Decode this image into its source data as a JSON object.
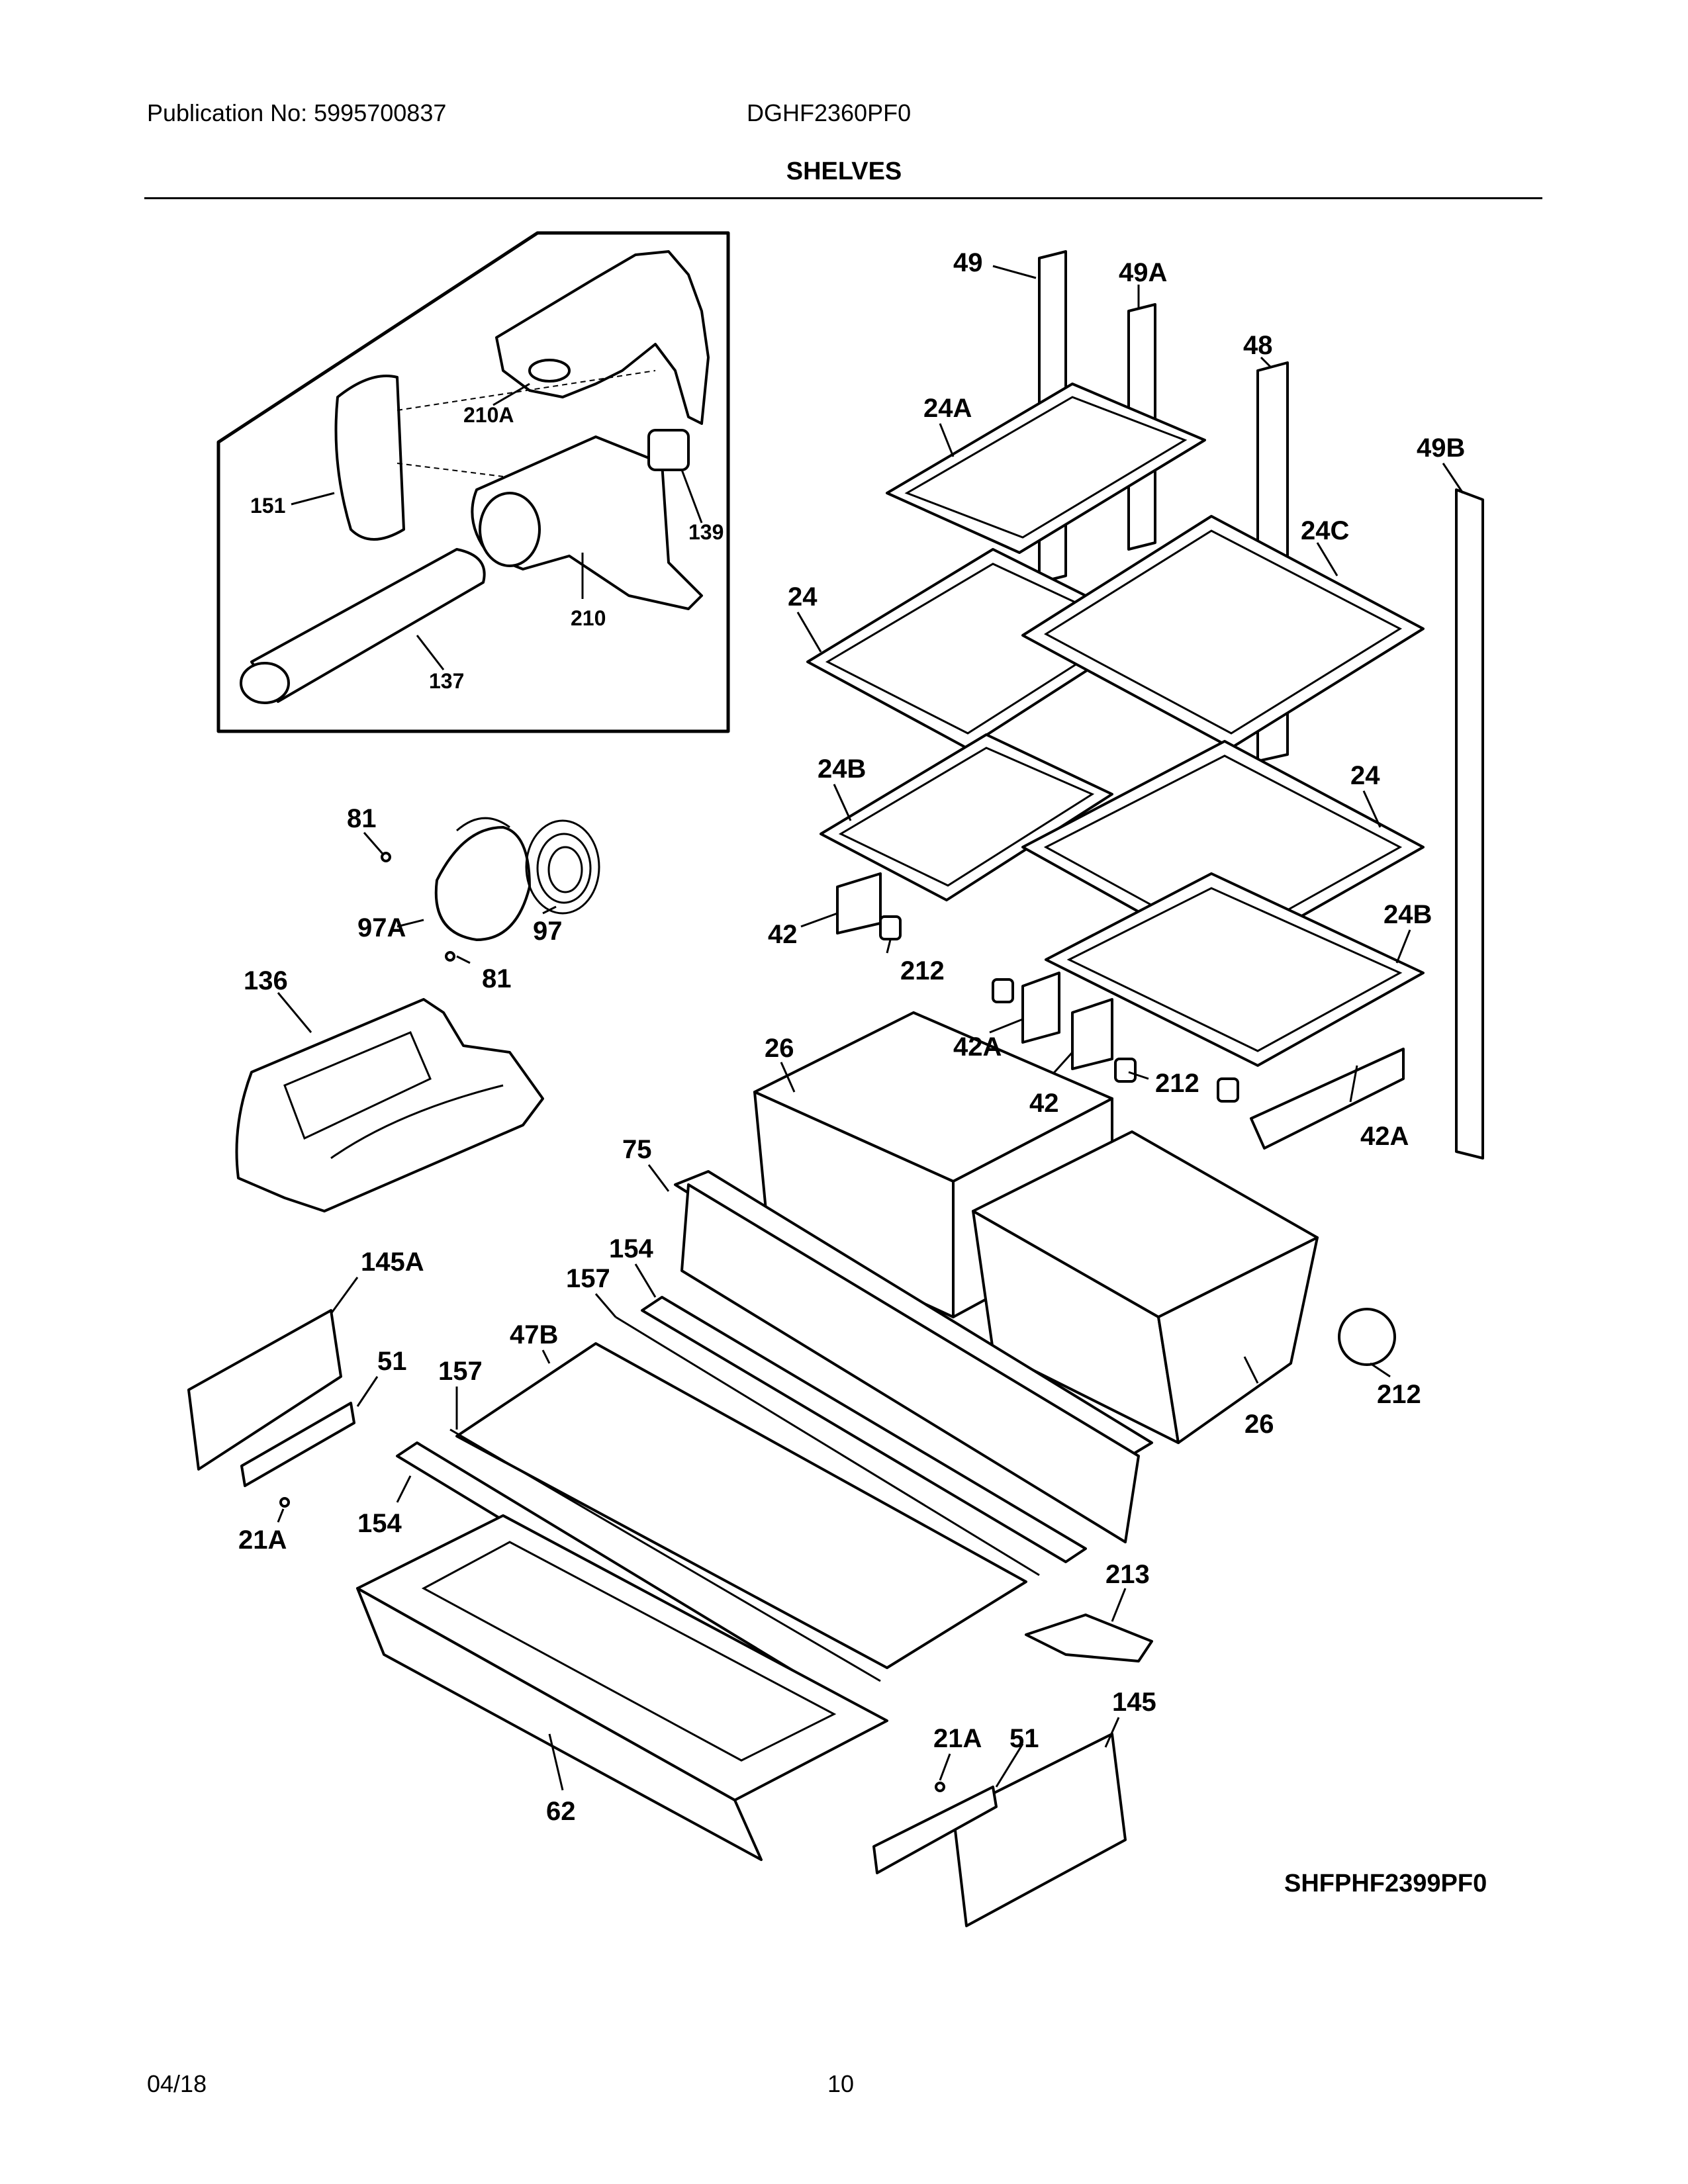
{
  "header": {
    "publication": "Publication No: 5995700837",
    "model": "DGHF2360PF0",
    "section": "SHELVES"
  },
  "footer": {
    "date": "04/18",
    "page": "10",
    "diagram_code": "SHFPHF2399PF0"
  },
  "labels": {
    "l210A": "210A",
    "l151": "151",
    "l139": "139",
    "l210": "210",
    "l137": "137",
    "l81a": "81",
    "l97": "97",
    "l97A": "97A",
    "l81b": "81",
    "l136": "136",
    "l49": "49",
    "l49A": "49A",
    "l48": "48",
    "l49B": "49B",
    "l24A": "24A",
    "l24C": "24C",
    "l24a": "24",
    "l24B": "24B",
    "l24b": "24",
    "l42a": "42",
    "l212a": "212",
    "l24Bb": "24B",
    "l26a": "26",
    "l42Aa": "42A",
    "l42b": "42",
    "l212b": "212",
    "l42Ab": "42A",
    "l75": "75",
    "l154a": "154",
    "l157a": "157",
    "l145A": "145A",
    "l47B": "47B",
    "l157b": "157",
    "l51a": "51",
    "l212c": "212",
    "l26b": "26",
    "l21Aa": "21A",
    "l154b": "154",
    "l213": "213",
    "l145": "145",
    "l21Ab": "21A",
    "l51b": "51",
    "l62": "62"
  }
}
